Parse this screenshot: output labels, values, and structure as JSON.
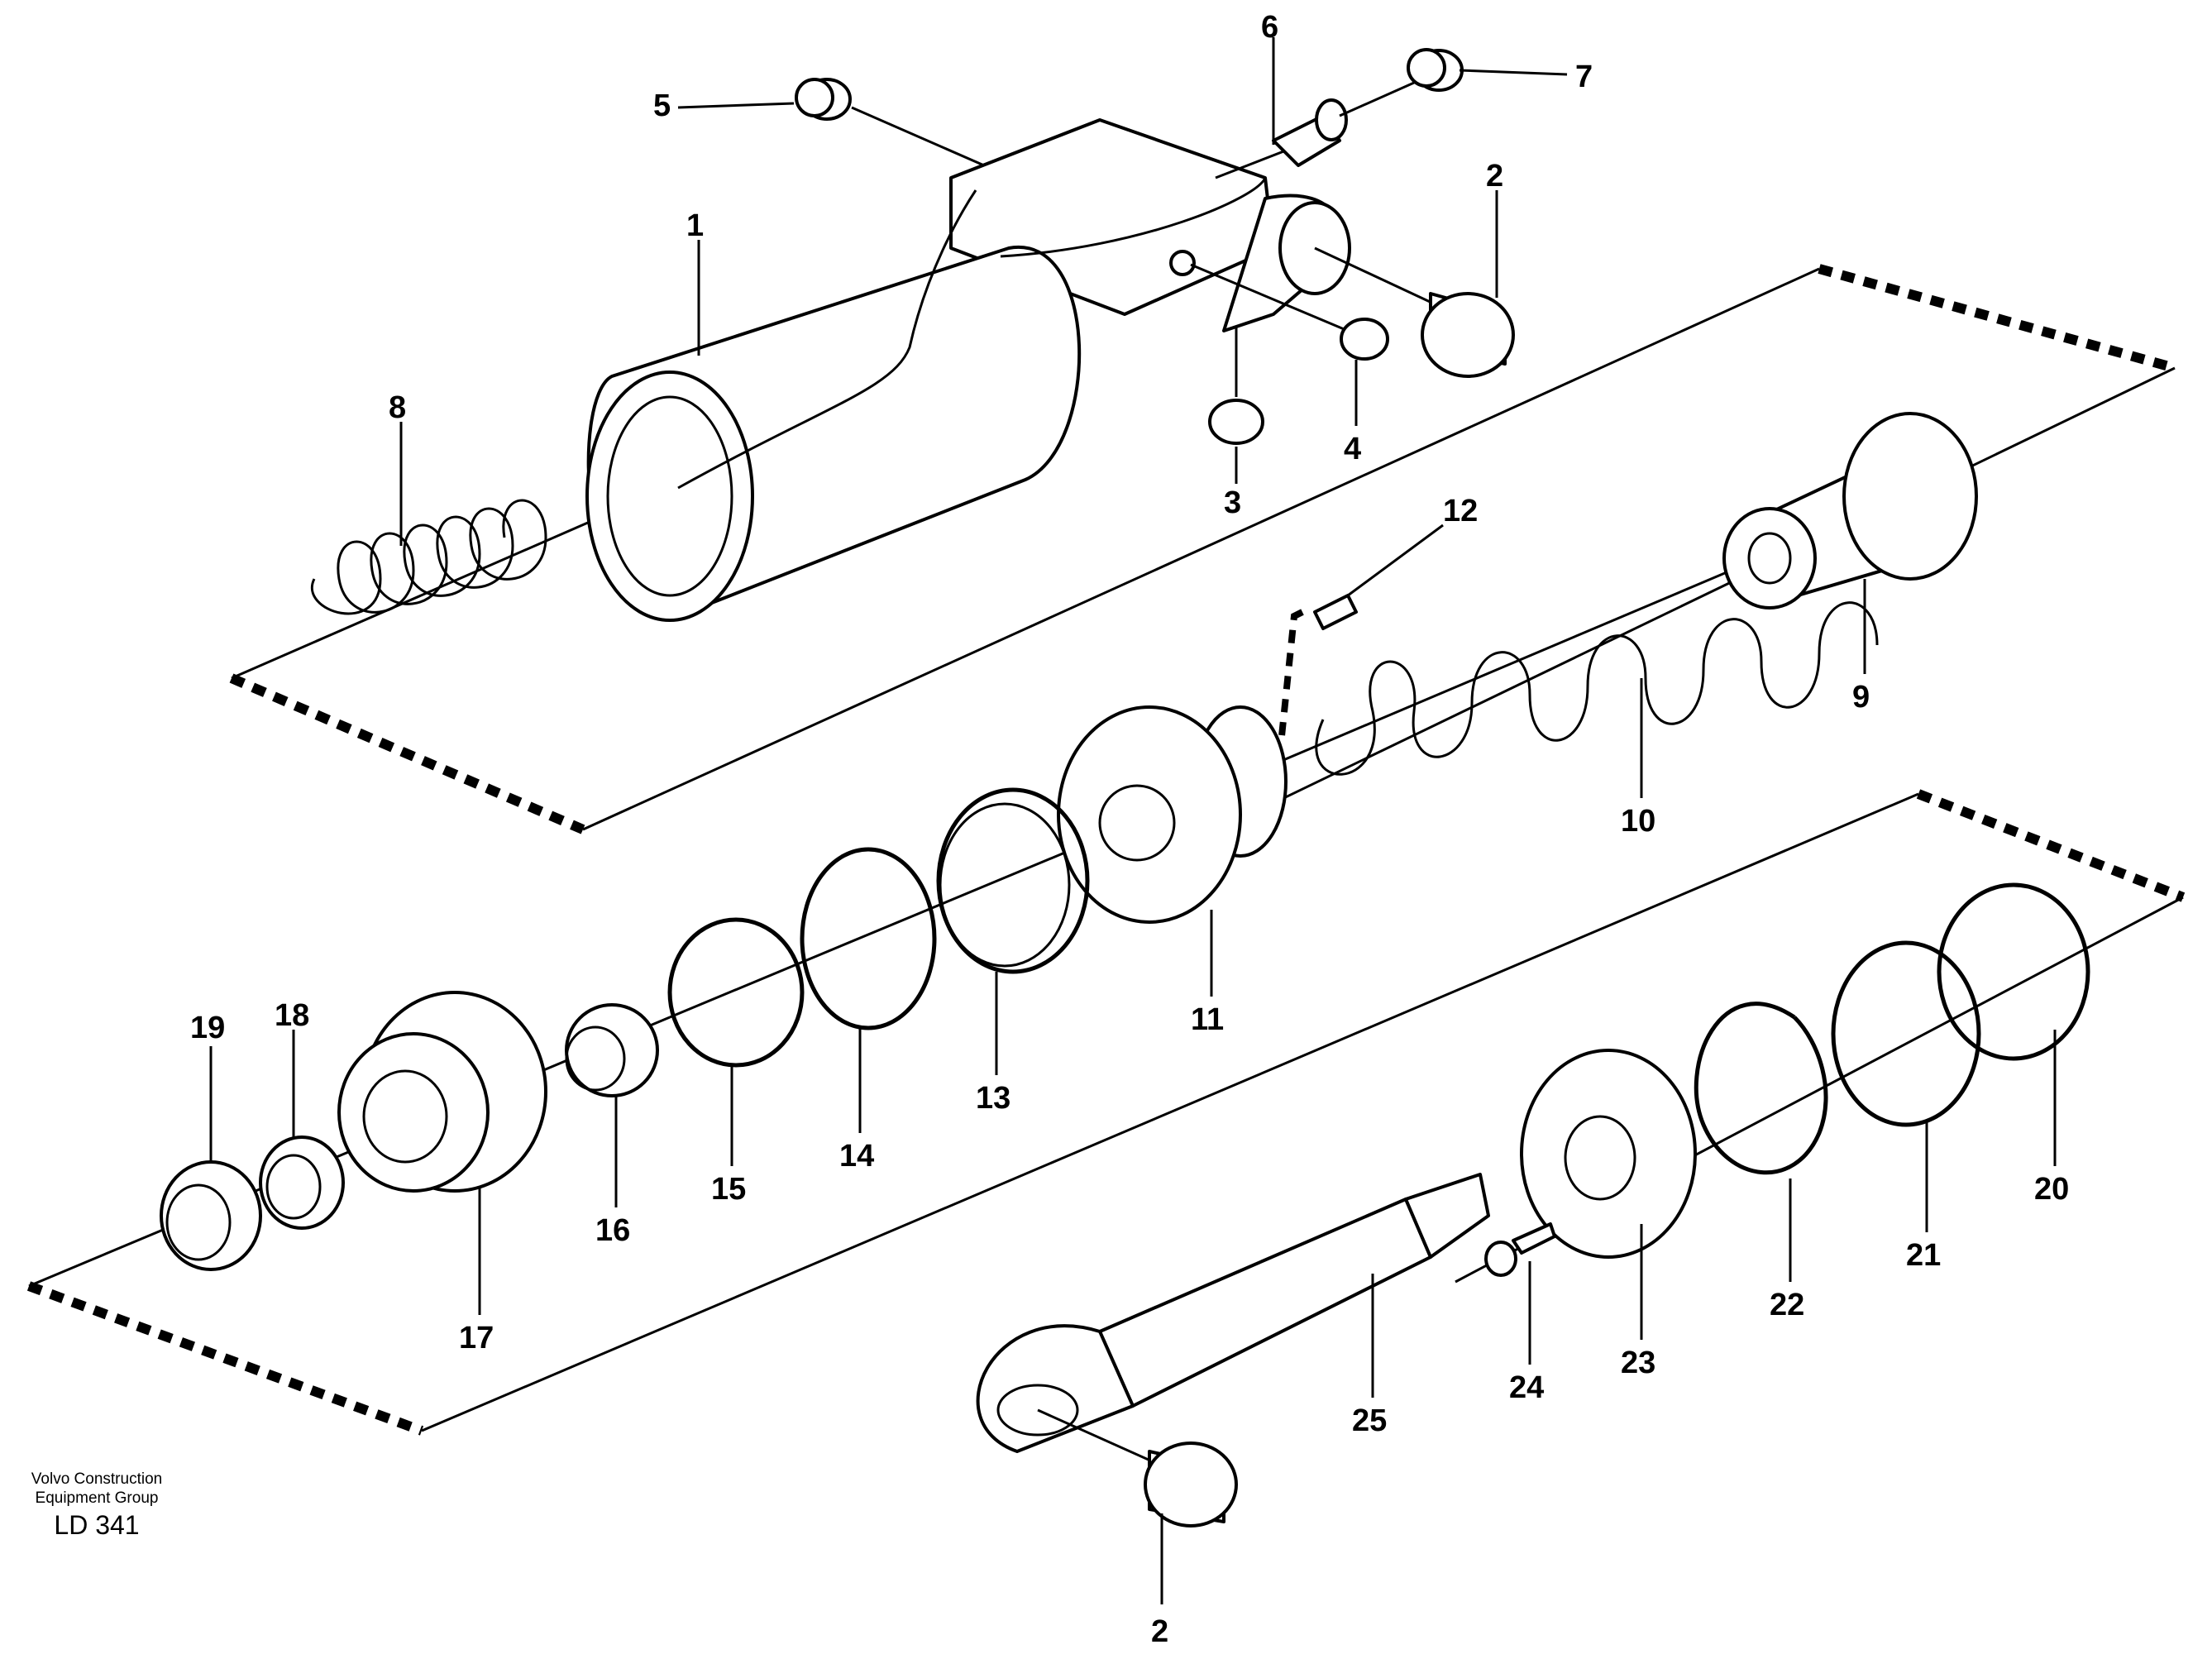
{
  "footer": {
    "company_line1": "Volvo Construction",
    "company_line2": "Equipment Group",
    "drawing_code": "LD 341"
  },
  "callouts": {
    "c1": "1",
    "c2a": "2",
    "c2b": "2",
    "c3": "3",
    "c4": "4",
    "c5": "5",
    "c6": "6",
    "c7": "7",
    "c8": "8",
    "c9": "9",
    "c10": "10",
    "c11": "11",
    "c12": "12",
    "c13": "13",
    "c14": "14",
    "c15": "15",
    "c16": "16",
    "c17": "17",
    "c18": "18",
    "c19": "19",
    "c20": "20",
    "c21": "21",
    "c22": "22",
    "c23": "23",
    "c24": "24",
    "c25": "25"
  }
}
